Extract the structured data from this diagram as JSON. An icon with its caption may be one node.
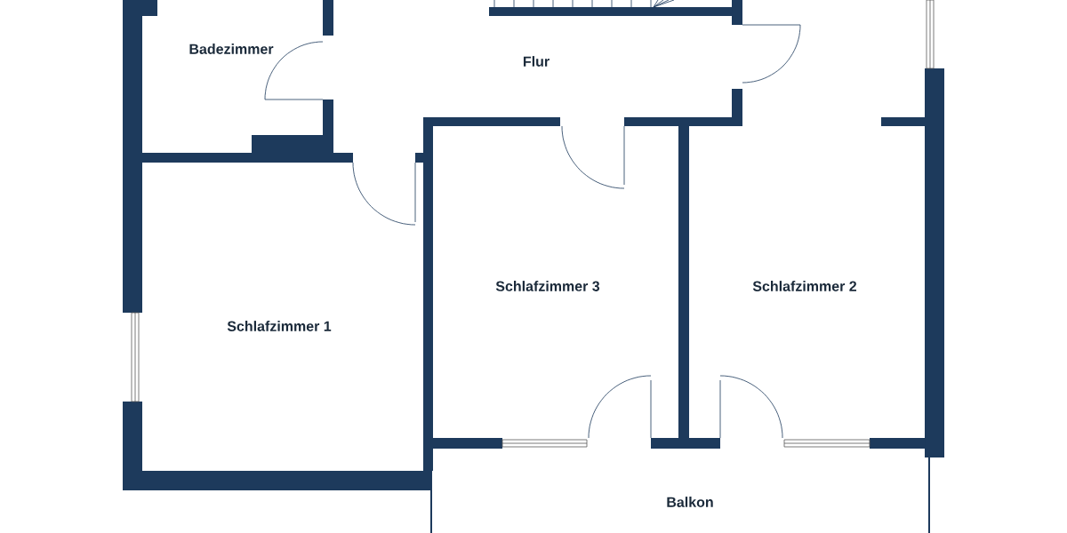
{
  "diagram": {
    "labels": [
      "Badezimmer",
      "Flur",
      "Schlafzimmer 3",
      "Schlafzimmer 2",
      "Schlafzimmer 1",
      "Balkon"
    ]
  }
}
